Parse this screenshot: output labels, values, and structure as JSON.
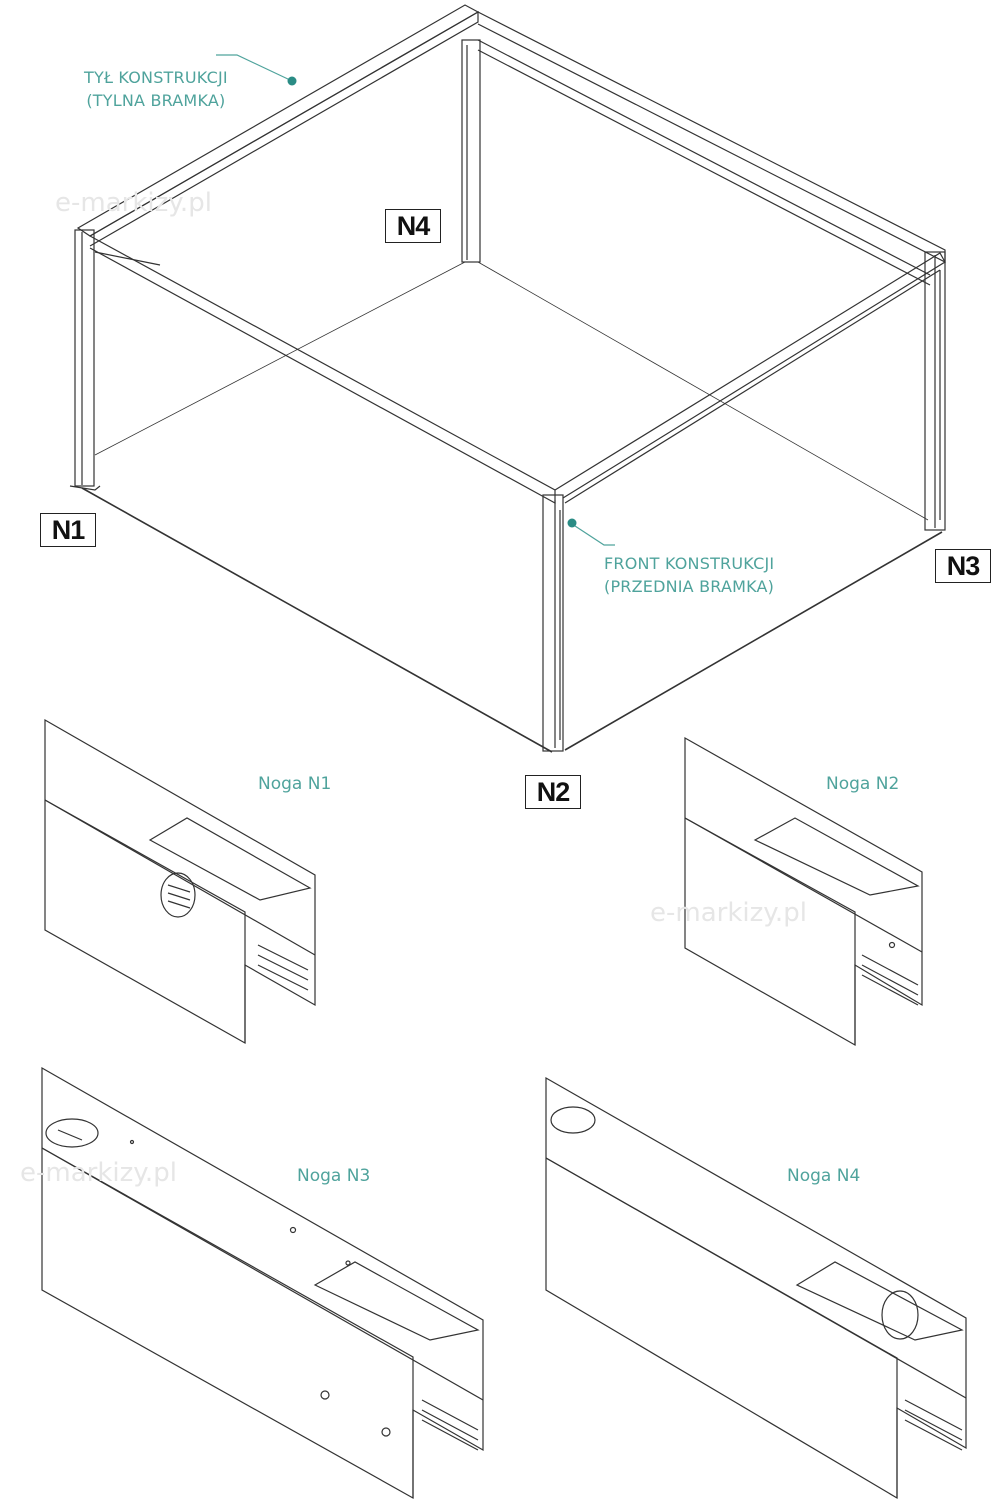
{
  "colors": {
    "accent": "#2a8c85",
    "label_text": "#4fa39c",
    "line": "#333333",
    "watermark": "#e6e6e6"
  },
  "callouts": {
    "back": {
      "line1": "TYŁ KONSTRUKCJI",
      "line2": "(TYLNA BRAMKA)"
    },
    "front": {
      "line1": "FRONT KONSTRUKCJI",
      "line2": "(PRZEDNIA BRAMKA)"
    }
  },
  "legs": {
    "n1": "N1",
    "n2": "N2",
    "n3": "N3",
    "n4": "N4"
  },
  "details": {
    "n1": "Noga N1",
    "n2": "Noga N2",
    "n3": "Noga N3",
    "n4": "Noga N4"
  },
  "watermark": "e-markizy.pl"
}
